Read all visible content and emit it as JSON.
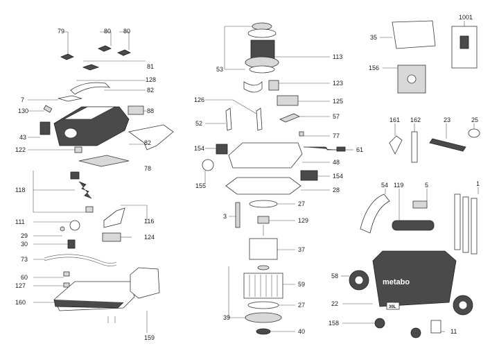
{
  "diagram": {
    "brand": "metabo",
    "capacity_badge": "30L",
    "labels": {
      "p79": "79",
      "p80a": "80",
      "p80b": "80",
      "p81": "81",
      "p128": "128",
      "p82a": "82",
      "p7": "7",
      "p130": "130",
      "p88": "88",
      "p43": "43",
      "p122": "122",
      "p82b": "82",
      "p78": "78",
      "p118": "118",
      "p111": "111",
      "p116": "116",
      "p29": "29",
      "p30": "30",
      "p124": "124",
      "p73": "73",
      "p60": "60",
      "p127": "127",
      "p160": "160",
      "p159": "159",
      "p53": "53",
      "p113": "113",
      "p123": "123",
      "p126": "126",
      "p125": "125",
      "p52": "52",
      "p57": "57",
      "p77": "77",
      "p154a": "154",
      "p61": "61",
      "p48": "48",
      "p155": "155",
      "p154b": "154",
      "p28": "28",
      "p3": "3",
      "p27a": "27",
      "p129": "129",
      "p37": "37",
      "p39": "39",
      "p59": "59",
      "p27b": "27",
      "p40": "40",
      "p35": "35",
      "p1001": "1001",
      "p156": "156",
      "p161": "161",
      "p162": "162",
      "p23": "23",
      "p25": "25",
      "p54": "54",
      "p119": "119",
      "p5": "5",
      "p1": "1",
      "p58": "58",
      "p22": "22",
      "p158": "158",
      "p11": "11"
    }
  }
}
